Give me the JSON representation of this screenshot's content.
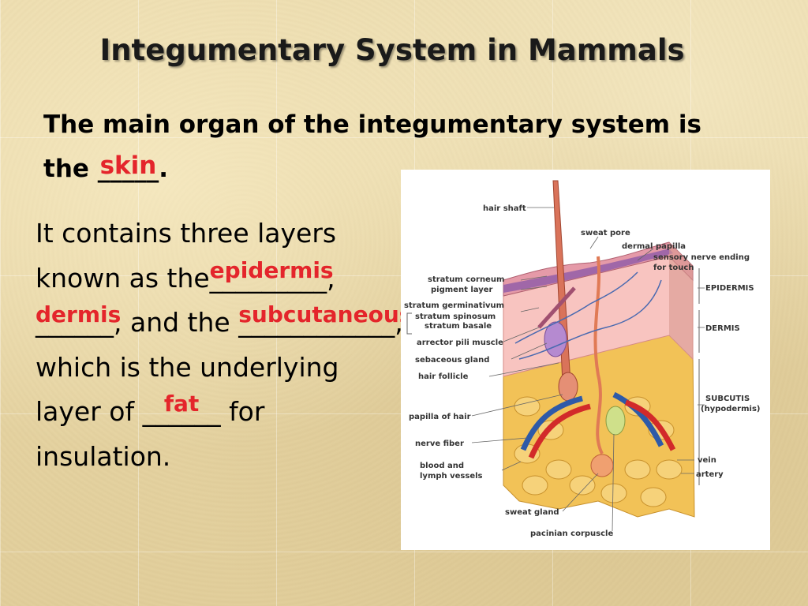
{
  "slide": {
    "title": "Integumentary System in Mammals",
    "intro": {
      "text_before": "The main organ of the integumentary system is the ",
      "blank": "_____",
      "answer": "skin",
      "text_after": "."
    },
    "body": {
      "line1": "It contains three layers known as the",
      "blank1": "_________",
      "answer1": "epidermis",
      "sep1": ",",
      "blank2": "______",
      "answer2": "dermis",
      "text2": ", and the",
      "blank3": "____________",
      "answer3": "subcutaneous",
      "text3": ", which is the underlying layer of ",
      "blank4": "______",
      "answer4": "fat",
      "text4": " for insulation."
    }
  },
  "figure": {
    "labels": {
      "hair_shaft": "hair shaft",
      "sweat_pore": "sweat pore",
      "dermal_papilla": "dermal papilla",
      "sensory_nerve_1": "sensory nerve ending",
      "sensory_nerve_2": "for touch",
      "stratum_corneum": "stratum corneum",
      "pigment_layer": "pigment layer",
      "stratum_germinativum": "stratum germinativum",
      "stratum_spinosum": "stratum spinosum",
      "stratum_basale": "stratum basale",
      "arrector_pili": "arrector pili muscle",
      "sebaceous_gland": "sebaceous gland",
      "hair_follicle": "hair follicle",
      "papilla_of_hair": "papilla of hair",
      "nerve_fiber": "nerve fiber",
      "blood_1": "blood and",
      "blood_2": "lymph vessels",
      "sweat_gland": "sweat gland",
      "pacinian": "pacinian corpuscle",
      "epidermis": "EPIDERMIS",
      "dermis": "DERMIS",
      "subcutis_1": "SUBCUTIS",
      "subcutis_2": "(hypodermis)",
      "vein": "vein",
      "artery": "artery"
    }
  }
}
